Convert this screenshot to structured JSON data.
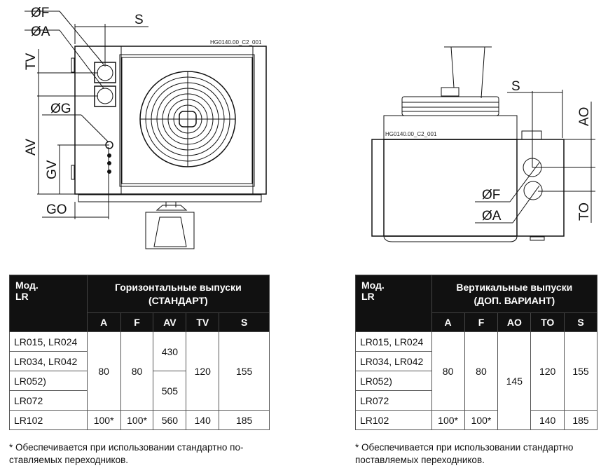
{
  "drawing_left": {
    "code": "HG0140.00_C2_001",
    "labels": {
      "phiF": "ØF",
      "phiA": "ØA",
      "S": "S",
      "TV": "TV",
      "phiG": "ØG",
      "AV": "AV",
      "GV": "GV",
      "GO": "GO"
    }
  },
  "drawing_right": {
    "code": "HG0140.00_C2_001",
    "labels": {
      "S": "S",
      "AO": "AO",
      "TO": "TO",
      "phiF": "ØF",
      "phiA": "ØA"
    }
  },
  "table_horizontal": {
    "model_header": [
      "Мод.",
      "LR"
    ],
    "title": [
      "Горизонтальные выпуски",
      "(СТАНДАРТ)"
    ],
    "columns": [
      "A",
      "F",
      "AV",
      "TV",
      "S"
    ],
    "models": [
      "LR015, LR024",
      "LR034, LR042",
      "LR052)",
      "LR072",
      "LR102"
    ],
    "group_values": {
      "A": "80",
      "F": "80",
      "AV_1": "430",
      "AV_2": "505",
      "TV": "120",
      "S": "155"
    },
    "last_row": {
      "A": "100*",
      "F": "100*",
      "AV": "560",
      "TV": "140",
      "S": "185"
    },
    "footnote": [
      "* Обеспечивается при использовании стандартно по-",
      "ставляемых переходников."
    ]
  },
  "table_vertical": {
    "model_header": [
      "Мод.",
      "LR"
    ],
    "title": [
      "Вертикальные выпуски",
      "(ДОП. ВАРИАНТ)"
    ],
    "columns": [
      "A",
      "F",
      "AO",
      "TO",
      "S"
    ],
    "models": [
      "LR015, LR024",
      "LR034, LR042",
      "LR052)",
      "LR072",
      "LR102"
    ],
    "group_values": {
      "A": "80",
      "F": "80",
      "AO": "145",
      "TO": "120",
      "S": "155"
    },
    "last_row": {
      "A": "100*",
      "F": "100*",
      "TO": "140",
      "S": "185"
    },
    "footnote": [
      "* Обеспечивается при использовании стандартно",
      "поставляемых переходников."
    ]
  }
}
